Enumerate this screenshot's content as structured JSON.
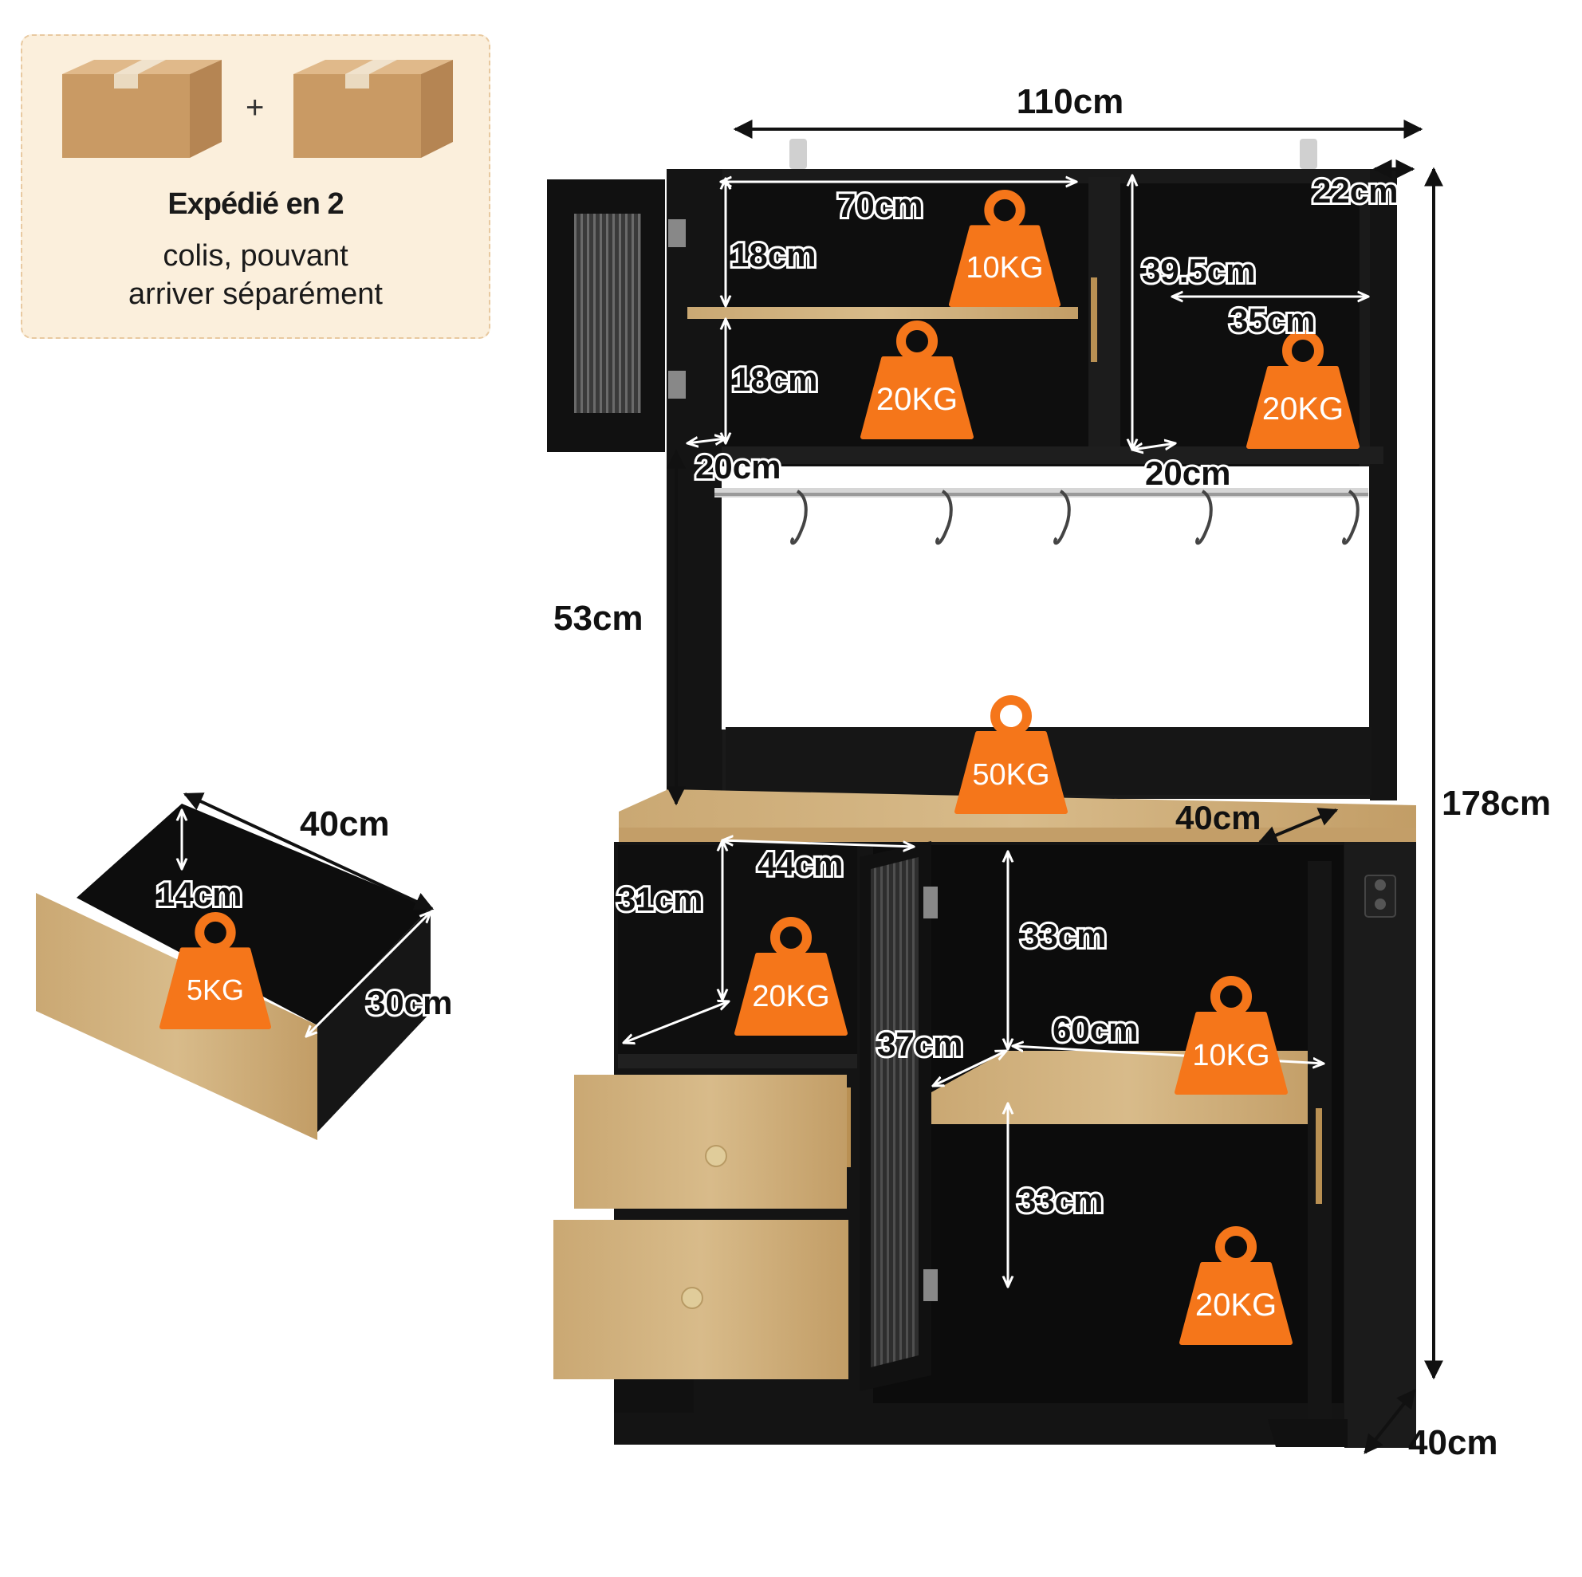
{
  "shipping": {
    "title": "Expédié en 2",
    "line1": "colis, pouvant",
    "line2": "arriver séparément",
    "plus": "+"
  },
  "dimensions": {
    "total_width": "110cm",
    "total_height": "178cm",
    "total_depth": "40cm",
    "top_depth": "22cm",
    "top_left_width": "70cm",
    "top_shelf_h1": "18cm",
    "top_shelf_h2": "18cm",
    "top_depth_left": "20cm",
    "top_right_height": "39.5cm",
    "top_right_width": "35cm",
    "top_depth_right": "20cm",
    "hutch_height": "53cm",
    "counter_depth": "40cm",
    "lower_left_width": "44cm",
    "lower_left_height": "31cm",
    "lower_right_h1": "33cm",
    "lower_right_h2": "33cm",
    "lower_shelf_width": "60cm",
    "lower_shelf_depth": "37cm",
    "drawer_width": "40cm",
    "drawer_height": "14cm",
    "drawer_depth": "30cm"
  },
  "weights": {
    "top_left_upper": "10KG",
    "top_left_lower": "20KG",
    "top_right": "20KG",
    "countertop": "50KG",
    "lower_left": "20KG",
    "lower_right_shelf": "10KG",
    "lower_right_bottom": "20KG",
    "drawer": "5KG"
  },
  "colors": {
    "cabinet": "#141414",
    "wood": "#c9a874",
    "weight_badge": "#f5761a",
    "ship_bg": "#fbefdc"
  }
}
